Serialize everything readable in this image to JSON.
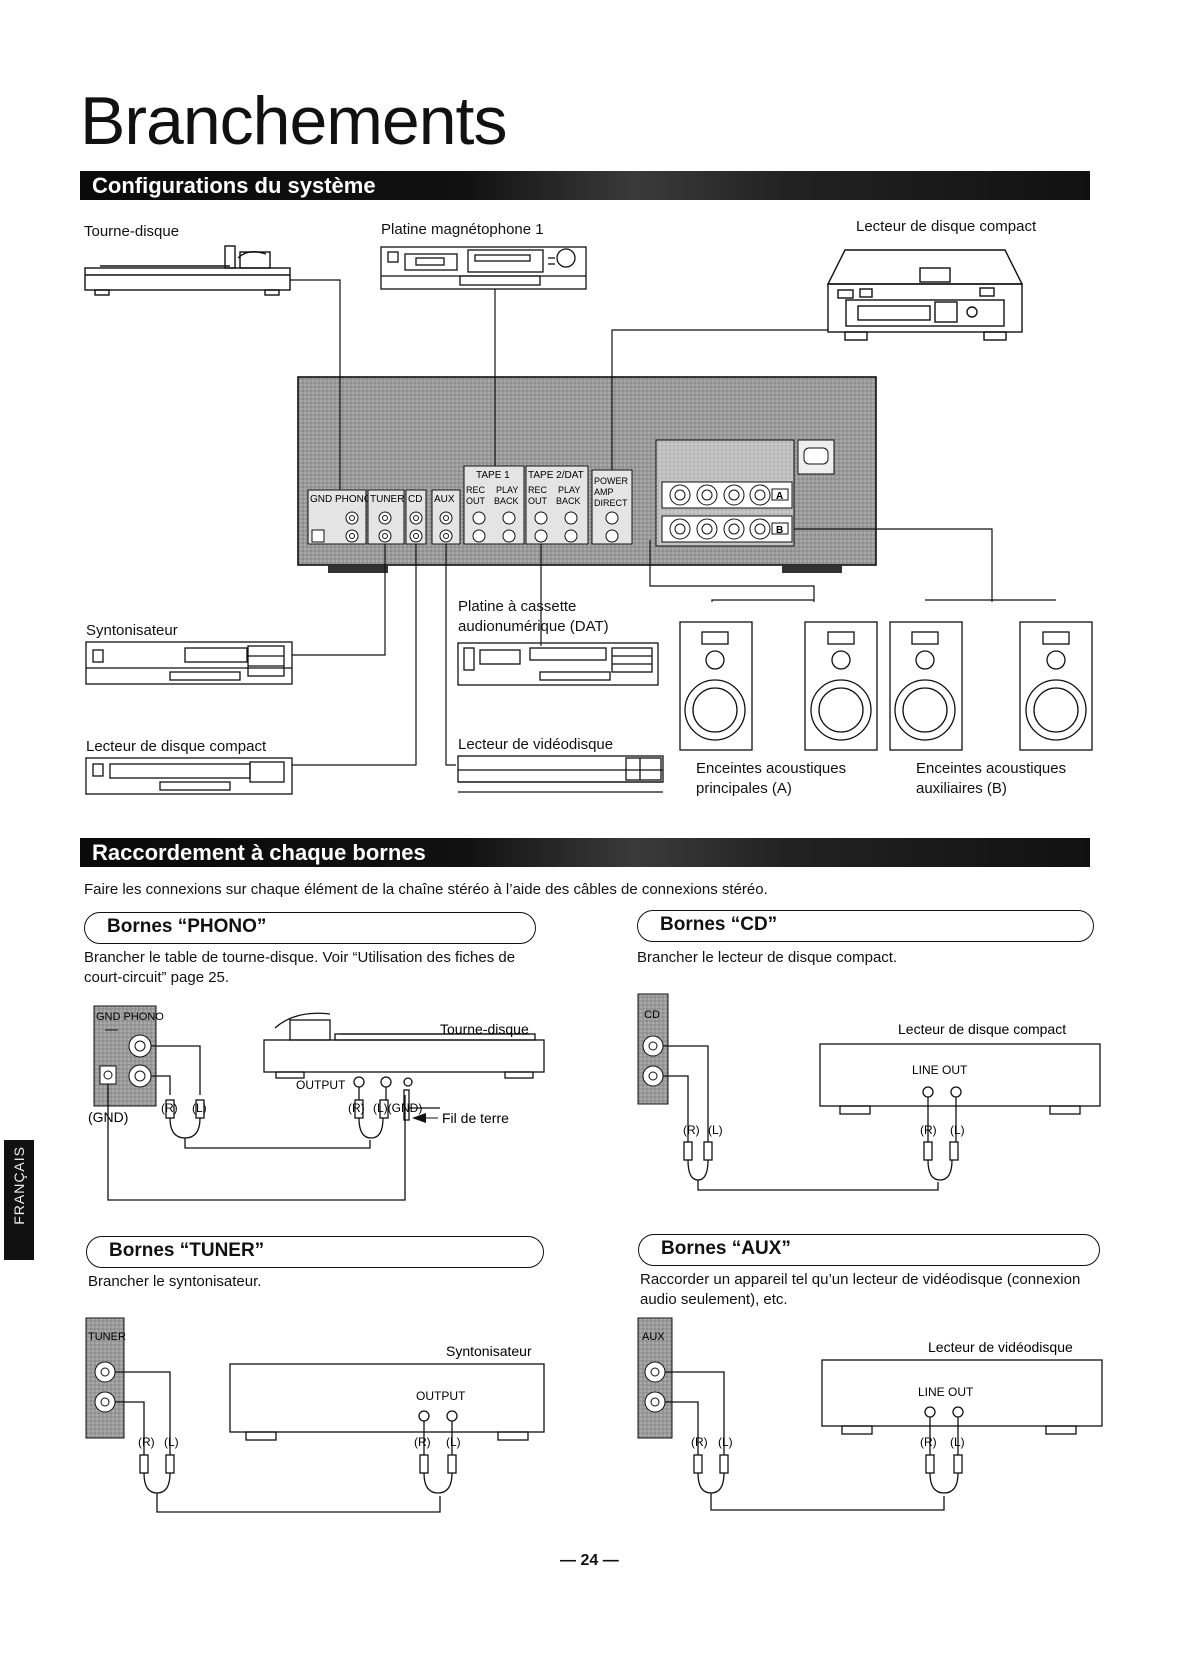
{
  "page": {
    "title": "Branchements",
    "page_number": "— 24 —",
    "side_tab": "FRANÇAIS"
  },
  "section1": {
    "heading": "Configurations du système",
    "labels": {
      "turntable": "Tourne-disque",
      "tape_deck_1": "Platine magnétophone 1",
      "cd_player_top": "Lecteur de disque compact",
      "tuner": "Syntonisateur",
      "cd_player_bottom": "Lecteur de disque compact",
      "dat_line1": "Platine à cassette",
      "dat_line2": "audionumérique (DAT)",
      "videodisc": "Lecteur de vidéodisque",
      "speakers_main_line1": "Enceintes acoustiques",
      "speakers_main_line2": "principales (A)",
      "speakers_aux_line1": "Enceintes acoustiques",
      "speakers_aux_line2": "auxiliaires (B)"
    },
    "amp_panel": {
      "gnd_phono": "GND PHONO",
      "tuner": "TUNER",
      "cd": "CD",
      "aux": "AUX",
      "tape1": "TAPE 1",
      "tape2": "TAPE 2/DAT",
      "rec": "REC",
      "out": "OUT",
      "play": "PLAY",
      "back": "BACK",
      "power1": "POWER",
      "power2": "AMP",
      "power3": "DIRECT",
      "spk_a": "A",
      "spk_b": "B"
    }
  },
  "section2": {
    "heading": "Raccordement à chaque bornes",
    "intro": "Faire les connexions sur chaque élément de la chaîne stéréo à l’aide des câbles de connexions stéréo.",
    "phono": {
      "title": "Bornes “PHONO”",
      "text": "Brancher le table de tourne-disque. Voir “Utilisation des fiches de court-circuit” page 25.",
      "panel_label": "GND PHONO",
      "device": "Tourne-disque",
      "output": "OUTPUT",
      "gnd": "(GND)",
      "r": "(R)",
      "l": "(L)",
      "l_gnd": "(L)(GND)",
      "ground_wire": "Fil de terre"
    },
    "cd": {
      "title": "Bornes “CD”",
      "text": "Brancher le lecteur de disque compact.",
      "panel_label": "CD",
      "device": "Lecteur de disque compact",
      "output": "LINE OUT",
      "r": "(R)",
      "l": "(L)"
    },
    "tuner": {
      "title": "Bornes “TUNER”",
      "text": "Brancher le syntonisateur.",
      "panel_label": "TUNER",
      "device": "Syntonisateur",
      "output": "OUTPUT",
      "r": "(R)",
      "l": "(L)"
    },
    "aux": {
      "title": "Bornes “AUX”",
      "text": "Raccorder un appareil tel qu’un lecteur de vidéodisque (connexion audio seulement), etc.",
      "panel_label": "AUX",
      "device": "Lecteur de vidéodisque",
      "output": "LINE OUT",
      "r": "(R)",
      "l": "(L)"
    }
  }
}
